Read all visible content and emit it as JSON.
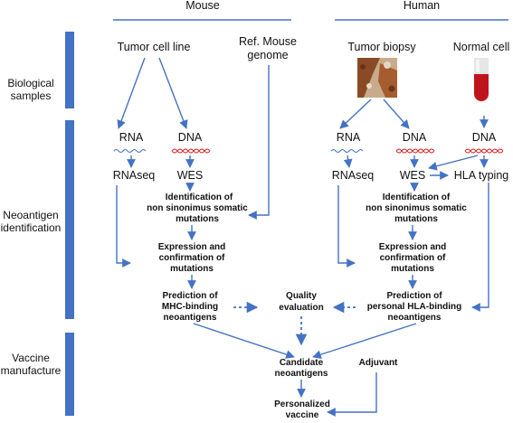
{
  "headers": {
    "mouse": "Mouse",
    "human": "Human"
  },
  "sections": {
    "biological": [
      "Biological",
      "samples"
    ],
    "neoantigen": [
      "Neoantigen",
      "identification"
    ],
    "vaccine": [
      "Vaccine",
      "manufacture"
    ]
  },
  "mouse": {
    "tumor_cell_line": "Tumor cell line",
    "ref_genome": [
      "Ref. Mouse",
      "genome"
    ],
    "rna": "RNA",
    "dna": "DNA",
    "rnaseq": "RNAseq",
    "wes": "WES",
    "identification": [
      "Identification of",
      "non sinonimus  somatic",
      "mutations"
    ],
    "expression": [
      "Expression and",
      "confirmation of",
      "mutations"
    ],
    "prediction": [
      "Prediction of",
      "MHC-binding",
      "neoantigens"
    ]
  },
  "human": {
    "tumor_biopsy": "Tumor biopsy",
    "normal_cell": "Normal cell",
    "rna": "RNA",
    "dna": "DNA",
    "dna_normal": "DNA",
    "rnaseq": "RNAseq",
    "wes": "WES",
    "hla_typing": "HLA typing",
    "identification": [
      "Identification of",
      "non sinonimus  somatic",
      "mutations"
    ],
    "expression": [
      "Expression and",
      "confirmation of",
      "mutations"
    ],
    "prediction": [
      "Prediction of",
      "personal HLA-binding",
      "neoantigens"
    ]
  },
  "center": {
    "quality": [
      "Quality",
      "evaluation"
    ],
    "candidate": [
      "Candidate",
      "neoantigens"
    ],
    "adjuvant": "Adjuvant",
    "vaccine": [
      "Personalized",
      "vaccine"
    ]
  },
  "colors": {
    "arrow": "#4472c4",
    "section_bar": "#4472c4",
    "header_line": "#4472c4",
    "rna_wave": "#4472c4",
    "dna_wave": "#d62a2a",
    "blood_tube": "#c0141c"
  }
}
